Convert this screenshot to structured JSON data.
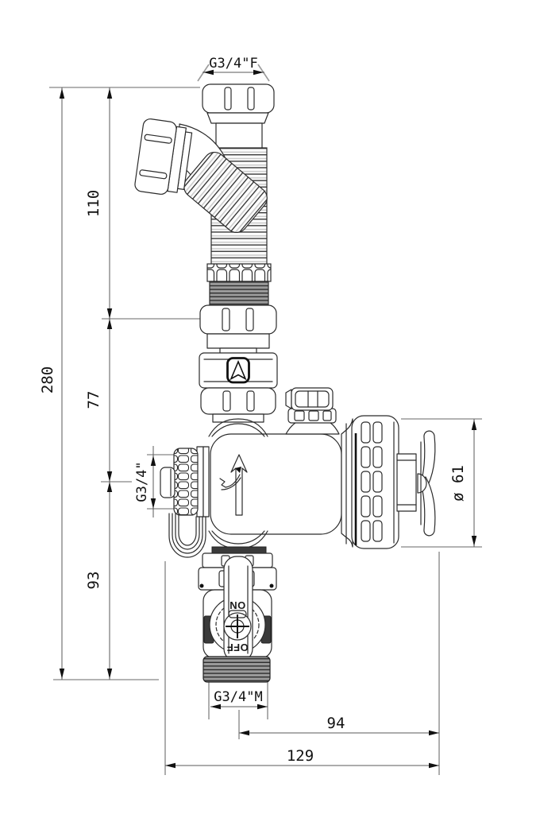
{
  "drawing": {
    "dimensions": {
      "top_thread": "G3/4\"F",
      "segment_top": "110",
      "overall_height": "280",
      "segment_middle": "77",
      "segment_bottom": "93",
      "side_port_thread": "G3/4\"",
      "filter_knob_diameter": "ø 61",
      "outlet_to_right": "94",
      "overall_width": "129",
      "bottom_thread": "G3/4\"M"
    },
    "valve_markings": {
      "on": "ON",
      "off": "OFF"
    },
    "colors": {
      "background": "#ffffff",
      "outline": "#2b2b2b",
      "dimension_line": "#8c8c8c",
      "dimension_text": "#111111",
      "thread_shade": "#9a9a9a"
    }
  }
}
